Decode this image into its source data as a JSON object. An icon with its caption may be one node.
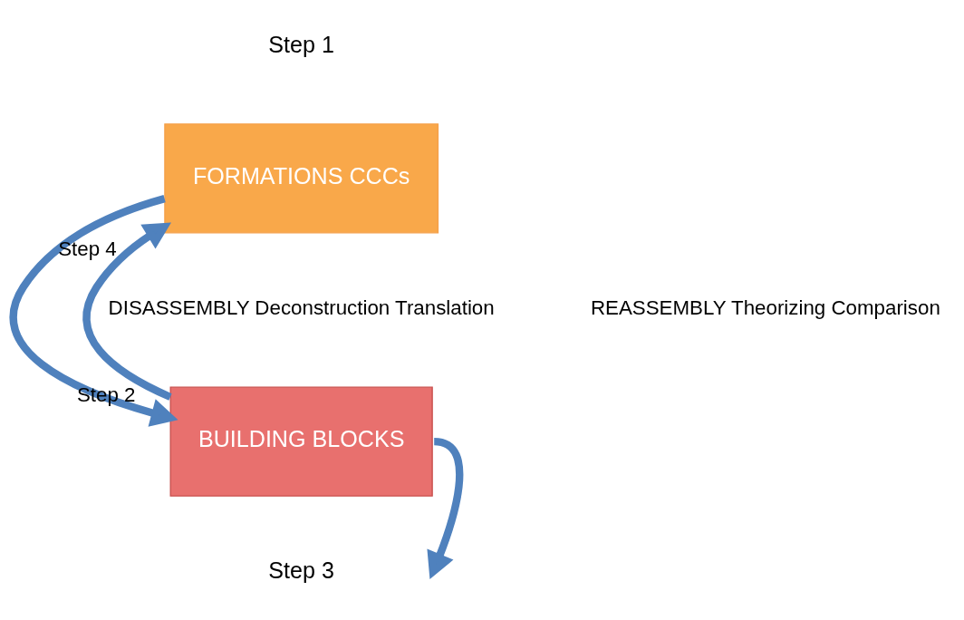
{
  "diagram": {
    "nodes": [
      {
        "text": [
          "FORMATIONS CCCs"
        ],
        "beside": [
          "Step 1"
        ]
      },
      {
        "text": [
          "BUILDING BLOCKS"
        ],
        "beside": [
          "Step 3"
        ]
      }
    ],
    "edges": [
      {
        "from": 0,
        "to": 1,
        "arrow": "to",
        "label": "Step 2"
      },
      {
        "from": 1,
        "to": 0,
        "arrow": "to",
        "label": "Step 4"
      },
      {
        "from": 1,
        "to": null,
        "arrow": "to"
      }
    ],
    "labels": [
      "DISASSEMBLY Deconstruction Translation",
      "REASSEMBLY Theorizing Comparison"
    ]
  }
}
